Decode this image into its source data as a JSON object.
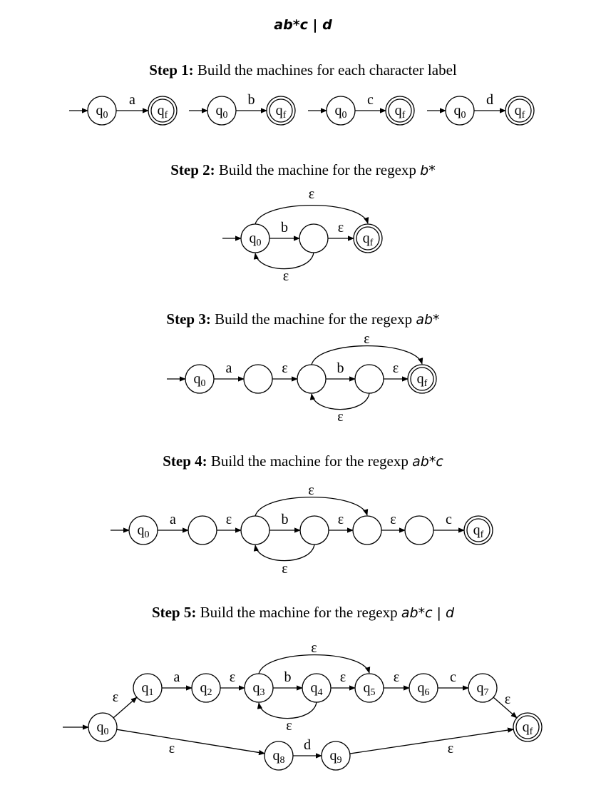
{
  "header_regex": "ab*c | d",
  "steps": [
    {
      "label": "Step 1:",
      "text": "Build the machines for each character label",
      "regex": ""
    },
    {
      "label": "Step 2:",
      "text": "Build the machine for the regexp",
      "regex": "b*"
    },
    {
      "label": "Step 3:",
      "text": "Build the machine for the regexp",
      "regex": "ab*"
    },
    {
      "label": "Step 4:",
      "text": "Build the machine for the regexp",
      "regex": "ab*c"
    },
    {
      "label": "Step 5:",
      "text": "Build the machine for the regexp",
      "regex": "ab*c | d"
    }
  ],
  "labels": {
    "start": "q",
    "final_sub": "f",
    "epsilon": "ε"
  },
  "step1_symbols": [
    "a",
    "b",
    "c",
    "d"
  ],
  "step5_states": [
    "0",
    "1",
    "2",
    "3",
    "4",
    "5",
    "6",
    "7",
    "8",
    "9"
  ],
  "step5_symbols": {
    "a": "a",
    "b": "b",
    "c": "c",
    "d": "d"
  }
}
